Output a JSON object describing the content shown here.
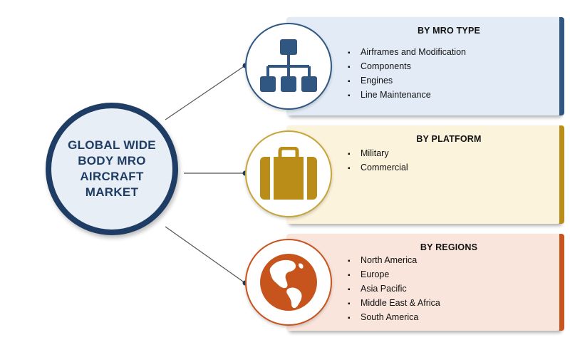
{
  "hub": {
    "title": "GLOBAL WIDE BODY MRO AIRCRAFT MARKET"
  },
  "segments": [
    {
      "title": "BY MRO TYPE",
      "icon": "hierarchy-icon",
      "color": "#2f5782",
      "items": [
        "Airframes and Modification",
        "Components",
        "Engines",
        "Line Maintenance"
      ]
    },
    {
      "title": "BY PLATFORM",
      "icon": "suitcase-icon",
      "color": "#b98d17",
      "items": [
        "Military",
        "Commercial"
      ]
    },
    {
      "title": "BY REGIONS",
      "icon": "globe-americas-icon",
      "color": "#c8541d",
      "items": [
        "North America",
        "Europe",
        "Asia Pacific",
        "Middle East & Africa",
        "South America"
      ]
    }
  ]
}
